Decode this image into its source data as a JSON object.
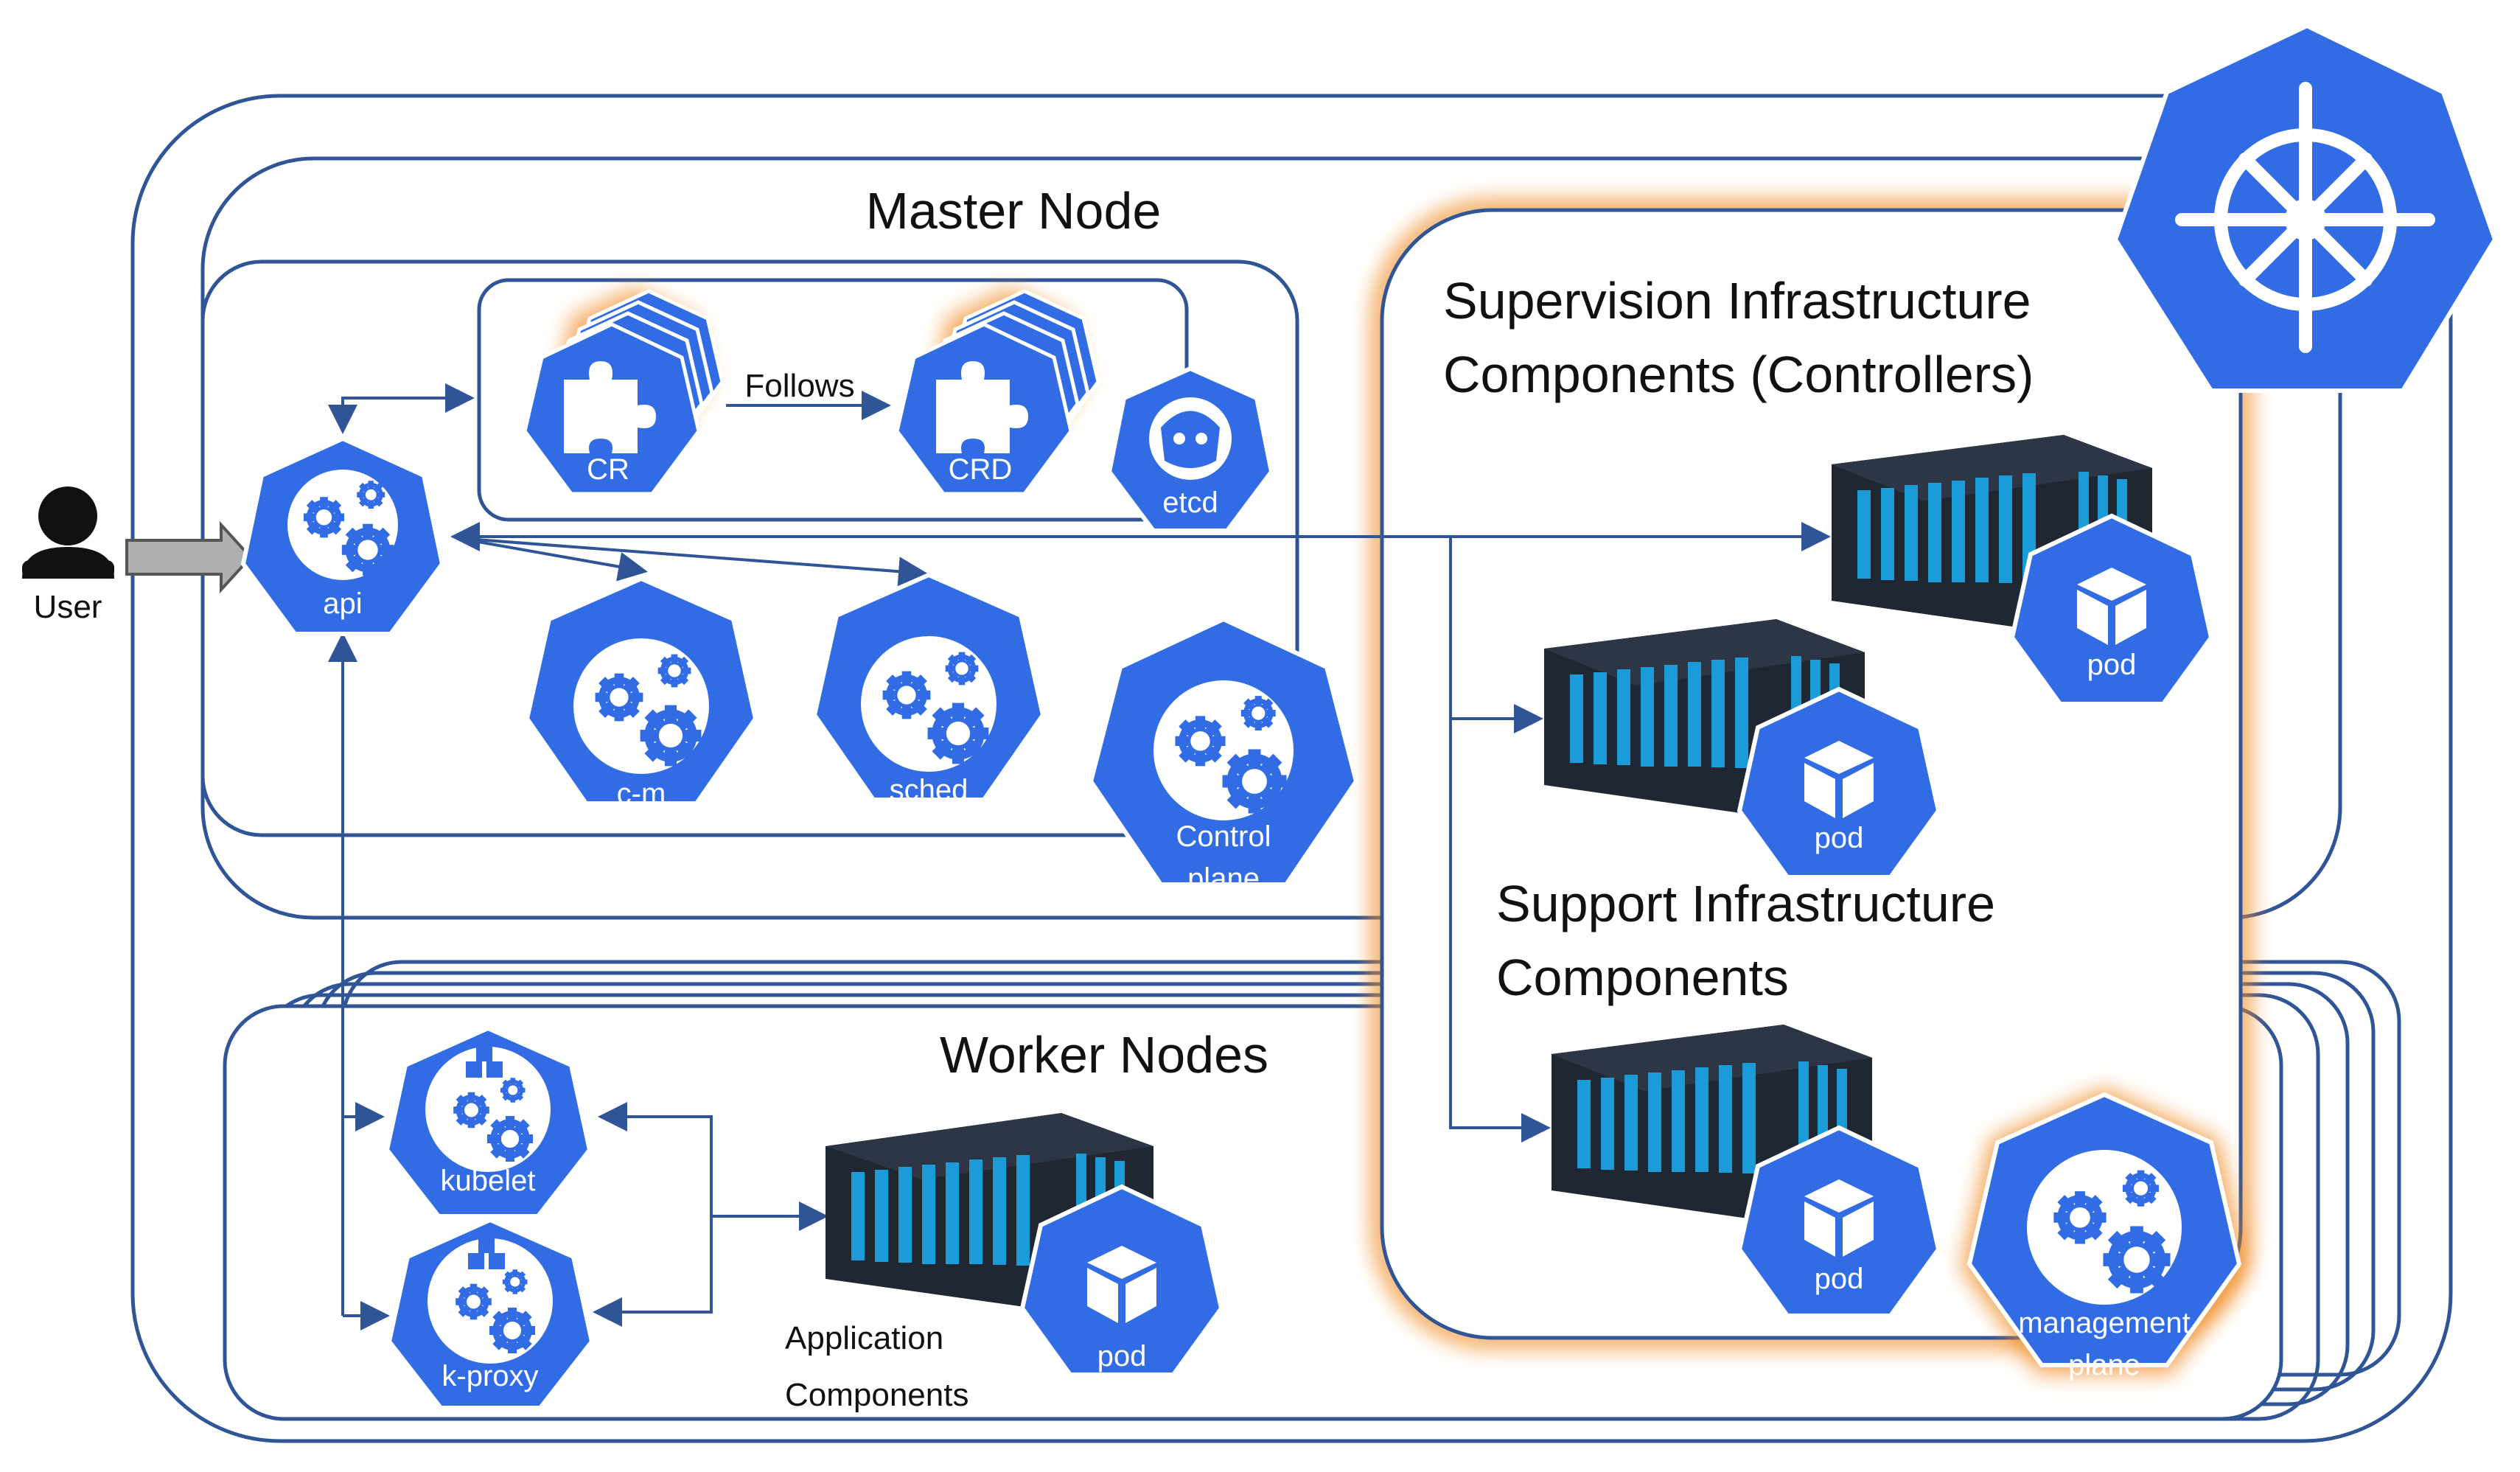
{
  "labels": {
    "master_node": "Master Node",
    "worker_nodes": "Worker Nodes",
    "supervision_line1": "Supervision Infrastructure",
    "supervision_line2": "Components (Controllers)",
    "support_line1": "Support Infrastructure",
    "support_line2": "Components",
    "application_line1": "Application",
    "application_line2": "Components",
    "user": "User",
    "follows": "Follows"
  },
  "components": {
    "api": "api",
    "cm": "c-m",
    "sched": "sched",
    "control_plane_line1": "Control",
    "control_plane_line2": "plane",
    "cr": "CR",
    "crd": "CRD",
    "etcd": "etcd",
    "kubelet": "kubelet",
    "kproxy": "k-proxy",
    "management_plane_line1": "management",
    "management_plane_line2": "plane",
    "pod": "pod"
  },
  "colors": {
    "k8s_blue": "#326CE5",
    "line_blue": "#2F5597",
    "container_dark": "#1F2733",
    "container_stripe": "#1B9CD8",
    "glow_orange": "#F08A24"
  },
  "icons": {
    "logo": "kubernetes-helm-wheel-icon",
    "user": "person-icon",
    "gears": "gears-icon",
    "puzzle": "puzzle-icon",
    "etcd": "etcd-icon",
    "cube": "cube-icon",
    "container": "shipping-container-icon"
  }
}
